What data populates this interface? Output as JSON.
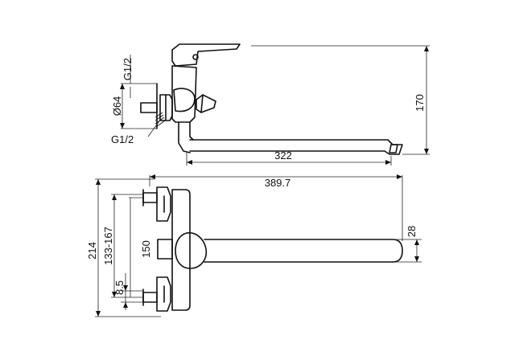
{
  "colors": {
    "line": "#111111",
    "background": "#ffffff"
  },
  "dimensions": {
    "thread_top": "G1/2",
    "diameter": "Ø64",
    "thread_bottom": "G1/2",
    "height_total": "170",
    "spout_length": "322",
    "overall_length": "389.7",
    "spout_height": "28",
    "depth_total": "214",
    "center_range": "133-167",
    "center_height": "150",
    "eccentric_offset": "8.5"
  }
}
